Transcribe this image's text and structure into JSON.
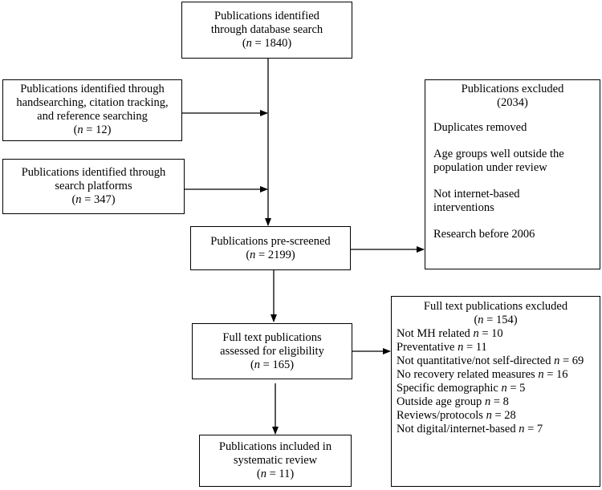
{
  "boxes": {
    "database": {
      "lines": [
        "Publications identified",
        "through database search"
      ],
      "count_prefix": "(",
      "n_label": "n",
      "count_suffix": " = 1840)"
    },
    "handsearch": {
      "lines": [
        "Publications identified through",
        "handsearching, citation tracking,",
        "and reference searching"
      ],
      "count_prefix": "(",
      "n_label": "n",
      "count_suffix": " = 12)"
    },
    "platforms": {
      "lines": [
        "Publications identified through",
        "search platforms"
      ],
      "count_prefix": "(",
      "n_label": "n",
      "count_suffix": " = 347)"
    },
    "prescreened": {
      "lines": [
        "Publications pre-screened"
      ],
      "count_prefix": "(",
      "n_label": "n",
      "count_suffix": " = 2199)"
    },
    "excluded": {
      "title": "Publications excluded",
      "count": "(2034)",
      "items": [
        "Duplicates removed",
        "Age groups well outside the population under review",
        "Not internet-based interventions",
        "Research before 2006"
      ]
    },
    "fulltext": {
      "lines": [
        "Full text publications",
        "assessed for eligibility"
      ],
      "count_prefix": "(",
      "n_label": "n",
      "count_suffix": " = 165)"
    },
    "fulltext_excluded": {
      "title": "Full text publications excluded",
      "count_prefix": "(",
      "n_label": "n",
      "count_suffix": " = 154)",
      "items": [
        {
          "label": "Not MH related ",
          "value": " = 10"
        },
        {
          "label": "Preventative ",
          "value": " = 11"
        },
        {
          "label": "Not quantitative/not self-directed ",
          "value": " = 69"
        },
        {
          "label": "No recovery related measures ",
          "value": " = 16"
        },
        {
          "label": "Specific demographic ",
          "value": " = 5"
        },
        {
          "label": "Outside age group ",
          "value": " = 8"
        },
        {
          "label": "Reviews/protocols ",
          "value": " = 28"
        },
        {
          "label": "Not digital/internet-based ",
          "value": " = 7"
        }
      ]
    },
    "included": {
      "lines": [
        "Publications included in",
        "systematic review"
      ],
      "count_prefix": "(",
      "n_label": "n",
      "count_suffix": " = 11)"
    }
  }
}
